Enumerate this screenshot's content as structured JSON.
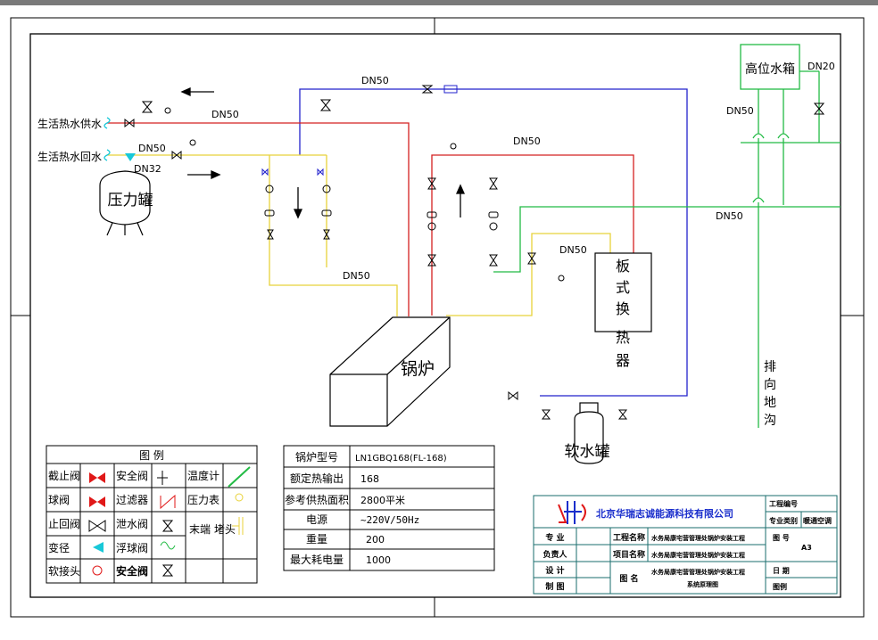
{
  "colors": {
    "supply": "#d42020",
    "return": "#e8d23a",
    "cold": "#2222cc",
    "green": "#22bb44",
    "cyan": "#18c8d8",
    "frame": "#000000",
    "logo_blue": "#1a2ecc",
    "logo_red": "#e01818"
  },
  "labels": {
    "dn50_top": "DN50",
    "dn50_supply": "DN50",
    "dn50_return": "DN50",
    "dn32": "DN32",
    "dn50_hx": "DN50",
    "dn50_green": "DN50",
    "dn50_yellow": "DN50",
    "dn50_mid": "DN50",
    "dn50_tank": "DN50",
    "dn20": "DN20",
    "hot_supply": "生活热水供水",
    "hot_return": "生活热水回水",
    "pressure_tank": "压力罐",
    "high_tank": "高位水箱",
    "drain": [
      "排",
      "向",
      "地",
      "沟"
    ],
    "hx": [
      "板",
      "式",
      "换",
      "热",
      "器"
    ],
    "boiler": "锅炉",
    "softener": "软水罐"
  },
  "legend": {
    "title": "图    例",
    "items": {
      "stop_valve": "截止阀",
      "safety_valve": "安全阀",
      "thermometer": "温度计",
      "ball_valve": "球阀",
      "filter": "过滤器",
      "pressure_gauge": "压力表",
      "check_valve": "止回阀",
      "drain_valve": "泄水阀",
      "end_plug": "末端\n堵头",
      "reducer": "变径",
      "float_valve": "浮球阀",
      "soft_joint": "软接头",
      "safety_valve_2": "安全阀"
    }
  },
  "specs": {
    "rows": [
      {
        "label": "锅炉型号",
        "value": "LN1GBQ168(FL-168)"
      },
      {
        "label": "额定热输出",
        "value": "168"
      },
      {
        "label": "参考供热面积",
        "value": "2800平米"
      },
      {
        "label": "电源",
        "value": "~220V/50Hz"
      },
      {
        "label": "重量",
        "value": "200"
      },
      {
        "label": "最大耗电量",
        "value": "1000"
      }
    ]
  },
  "titleblock": {
    "company": "北京华瑞志诚能源科技有限公司",
    "left_labels": [
      "专  业",
      "负责人",
      "设  计",
      "制  图"
    ],
    "project_label": "工程名称",
    "project_value": "水务局康宅营管理处锅炉安装工程",
    "item_label": "项目名称",
    "item_value": "水务局康宅营管理处锅炉安装工程",
    "drawing_label": "图  名",
    "drawing_value_1": "水务局康宅营管理处锅炉安装工程",
    "drawing_value_2": "系统原理图",
    "right": {
      "project_no": "工程编号",
      "discipline_label": "专业类别",
      "discipline_value": "暖通空调",
      "drawing_no_label": "图  号",
      "drawing_no_value": "A3",
      "date_label": "日  期",
      "sheet_label": "图例"
    }
  }
}
